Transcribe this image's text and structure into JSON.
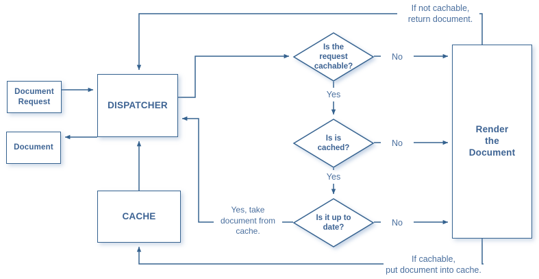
{
  "diagram": {
    "title": "Document caching dispatcher flowchart",
    "colors": {
      "stroke": "#35628f",
      "text": "#3d6393",
      "label_text": "#4a6f9e",
      "fill": "#ffffff"
    },
    "nodes": {
      "document_request": {
        "label": "Document\nRequest",
        "shape": "rectangle"
      },
      "dispatcher": {
        "label": "DISPATCHER",
        "shape": "rectangle"
      },
      "document_out": {
        "label": "Document",
        "shape": "rectangle"
      },
      "cache": {
        "label": "CACHE",
        "shape": "rectangle"
      },
      "render": {
        "label": "Render\nthe\nDocument",
        "shape": "rectangle"
      },
      "decision_cachable": {
        "label": "Is the\nrequest\ncachable?",
        "shape": "diamond"
      },
      "decision_cached": {
        "label": "Is is\ncached?",
        "shape": "diamond"
      },
      "decision_uptodate": {
        "label": "Is it up to\ndate?",
        "shape": "diamond"
      }
    },
    "edge_labels": {
      "no_cachable": "No",
      "no_cached": "No",
      "no_uptodate": "No",
      "yes_cachable": "Yes",
      "yes_cached": "Yes",
      "not_cachable_return": "If not cachable,\nreturn document.",
      "if_cachable_put": "If cachable,\nput document into cache.",
      "take_from_cache": "Yes, take\ndocument from\ncache."
    }
  }
}
